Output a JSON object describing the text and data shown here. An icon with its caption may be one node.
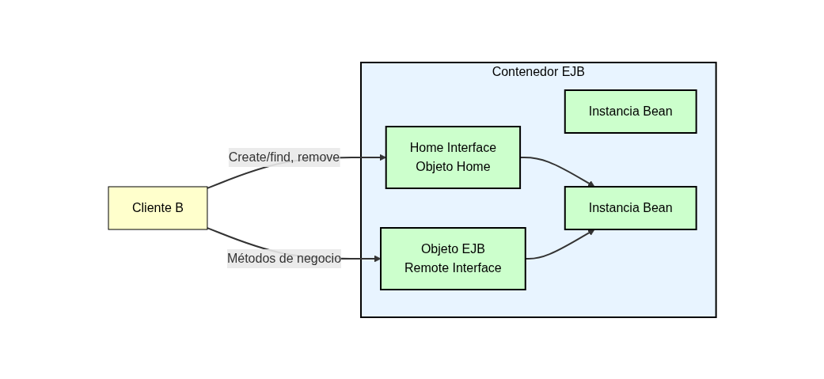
{
  "diagram": {
    "nodes": [
      {
        "text": [
          "Contenedor EJB"
        ]
      },
      {
        "text": [
          "Home Interface",
          "Objeto Home"
        ],
        "in": 0
      },
      {
        "text": [
          "Instancia Bean"
        ],
        "in": 0
      },
      {
        "text": [
          "Instancia Bean"
        ],
        "in": 0
      },
      {
        "text": [
          "Cliente B"
        ]
      },
      {
        "text": [
          "Objeto EJB",
          "Remote Interface"
        ],
        "in": 0
      }
    ],
    "edges": [
      {
        "from": 4,
        "to": 1,
        "arrow": "to",
        "label": "Create/find, remove"
      },
      {
        "from": 4,
        "to": 5,
        "arrow": "to",
        "label": "Métodos de negocio"
      },
      {
        "from": 1,
        "to": 3,
        "arrow": "to"
      },
      {
        "from": 5,
        "to": 3,
        "arrow": "to"
      }
    ]
  }
}
